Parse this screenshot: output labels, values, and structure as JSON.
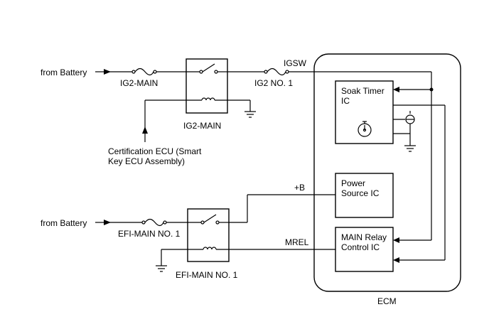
{
  "inputs": {
    "battery_top": "from Battery",
    "battery_bottom": "from Battery"
  },
  "fuses": {
    "ig2_main": "IG2-MAIN",
    "ig2_no1": "IG2 NO. 1",
    "efi_main_no1": "EFI-MAIN NO. 1"
  },
  "relays": {
    "ig2_main": "IG2-MAIN",
    "efi_main_no1": "EFI-MAIN NO. 1"
  },
  "signals": {
    "igsw": "IGSW",
    "plus_b": "+B",
    "mrel": "MREL"
  },
  "certification": {
    "line1": "Certification ECU (Smart",
    "line2": "Key ECU Assembly)"
  },
  "ecm": {
    "label": "ECM",
    "soak_timer": {
      "line1": "Soak Timer",
      "line2": "IC"
    },
    "power_source": {
      "line1": "Power",
      "line2": "Source IC"
    },
    "main_relay": {
      "line1": "MAIN Relay",
      "line2": "Control IC"
    }
  }
}
